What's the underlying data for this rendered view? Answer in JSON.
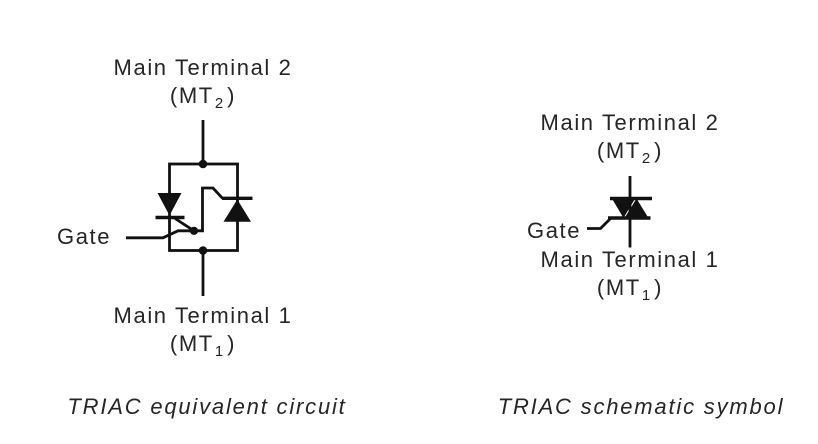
{
  "colors": {
    "wire": "#111111",
    "text": "#262626",
    "background": "#ffffff"
  },
  "left": {
    "mt2_line1": "Main Terminal 2",
    "mt2_prefix": "(MT",
    "mt2_sub": "2",
    "mt2_suffix": ")",
    "gate": "Gate",
    "mt1_line1": "Main Terminal 1",
    "mt1_prefix": "(MT",
    "mt1_sub": "1",
    "mt1_suffix": ")",
    "caption": "TRIAC equivalent circuit"
  },
  "right": {
    "mt2_line1": "Main Terminal 2",
    "mt2_prefix": "(MT",
    "mt2_sub": "2",
    "mt2_suffix": ")",
    "gate": "Gate",
    "mt1_line1": "Main Terminal 1",
    "mt1_prefix": "(MT",
    "mt1_sub": "1",
    "mt1_suffix": ")",
    "caption": "TRIAC schematic symbol"
  }
}
